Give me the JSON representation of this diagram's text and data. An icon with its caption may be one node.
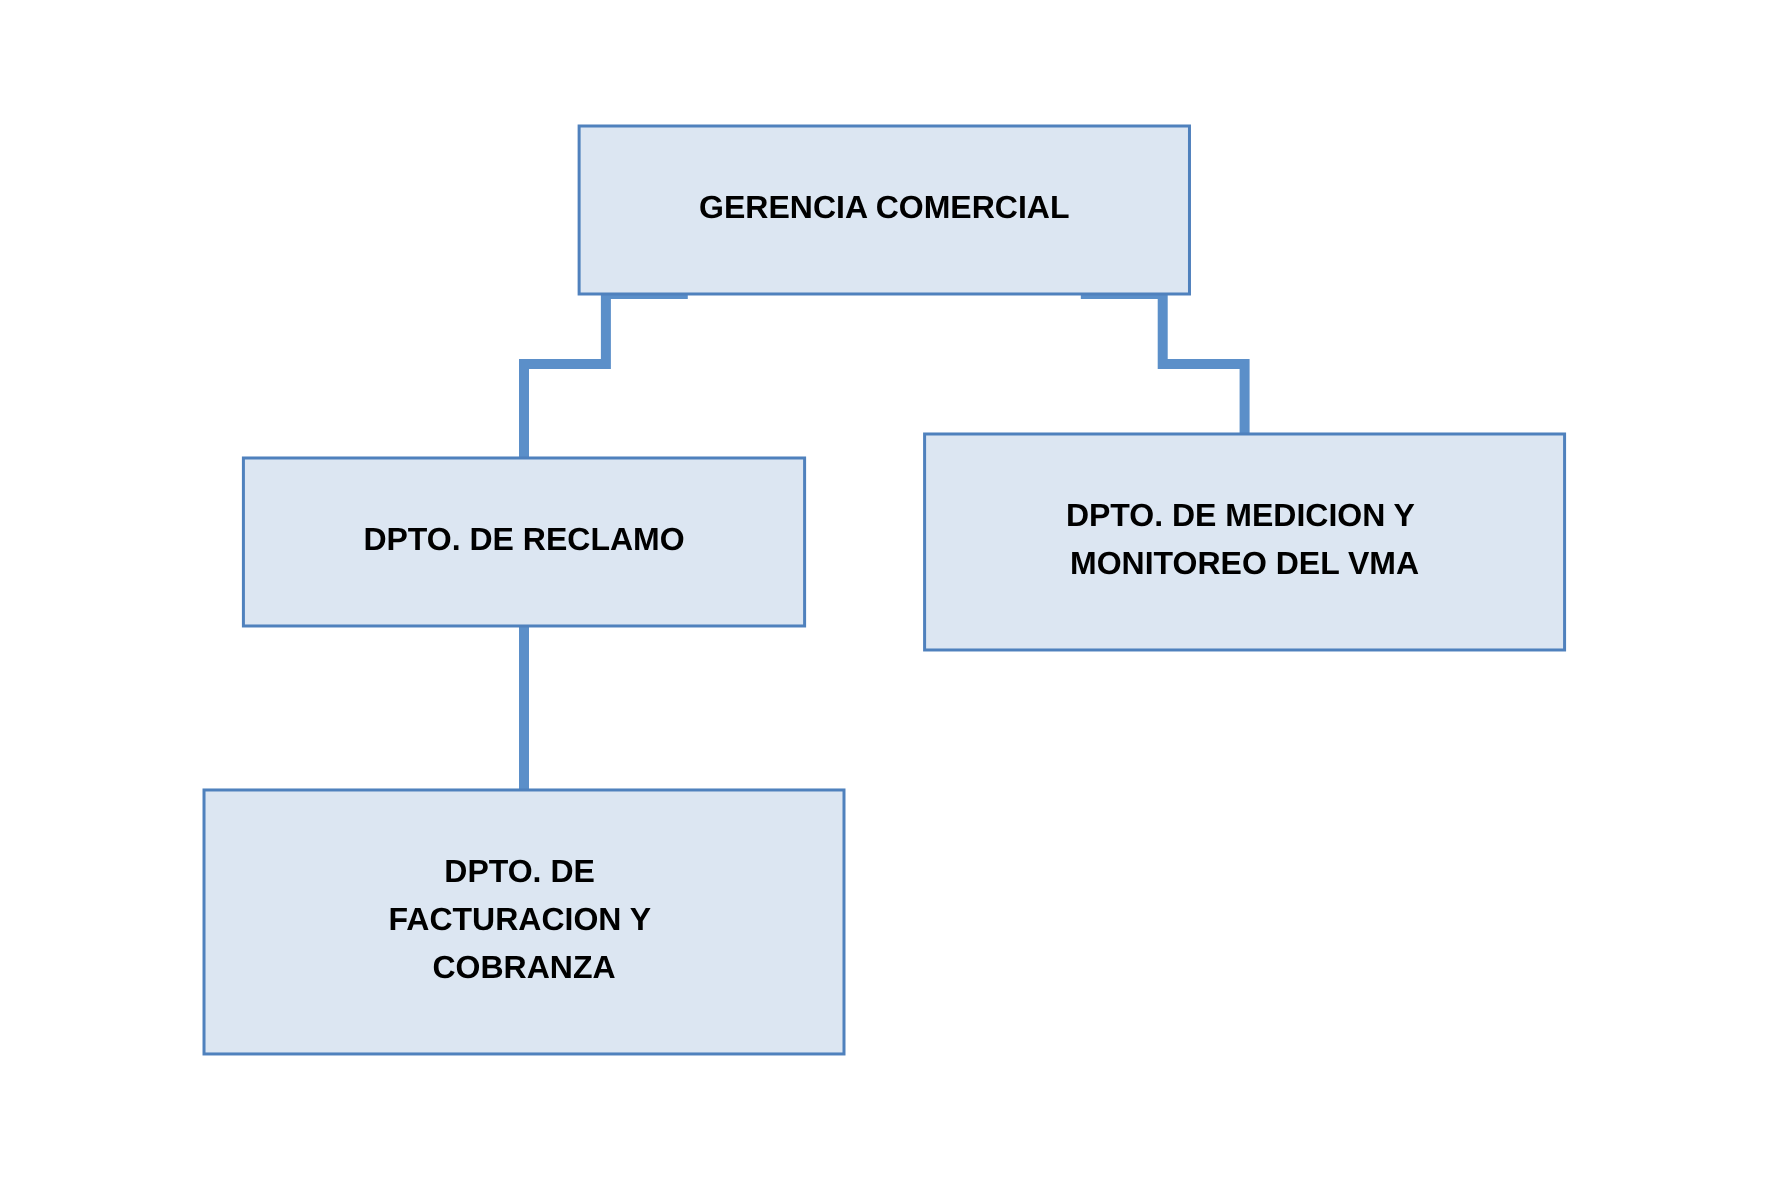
{
  "diagram": {
    "nodes": [
      {
        "text": [
          "GERENCIA COMERCIAL"
        ]
      },
      {
        "text": [
          "DPTO. DE RECLAMO"
        ]
      },
      {
        "text": [
          "DPTO. DE MEDICION Y MONITOREO DEL VMA"
        ]
      },
      {
        "text": [
          "DPTO. DE FACTURACION Y COBRANZA"
        ]
      }
    ],
    "edges": [
      {
        "from": 0,
        "to": 1,
        "arrow": "none"
      },
      {
        "from": 0,
        "to": 2,
        "arrow": "none"
      },
      {
        "from": 1,
        "to": 3,
        "arrow": "none"
      }
    ]
  }
}
